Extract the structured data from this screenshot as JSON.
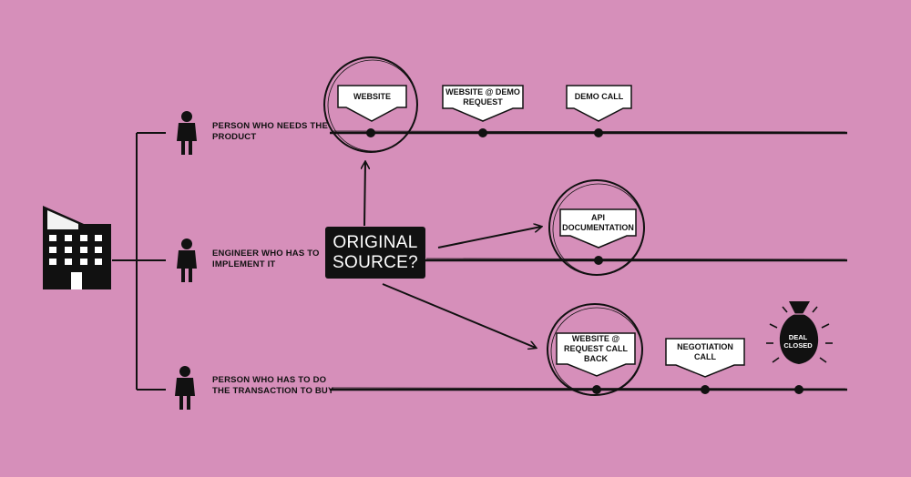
{
  "colors": {
    "background": "#d68fba",
    "ink": "#111111",
    "tag_fill": "#ffffff"
  },
  "people": [
    {
      "label": "PERSON WHO NEEDS\nTHE PRODUCT",
      "icon": "person-icon"
    },
    {
      "label": "ENGINEER WHO HAS\nTO IMPLEMENT IT",
      "icon": "person-icon"
    },
    {
      "label": "PERSON WHO HAS TO DO\nTHE TRANSACTION TO BUY",
      "icon": "person-icon"
    }
  ],
  "company_icon": "office-building-icon",
  "source": {
    "label": "ORIGINAL\nSOURCE?"
  },
  "touchpoints": {
    "website": "WEBSITE",
    "website_demo_request": "WEBSITE @ DEMO\nREQUEST",
    "demo_call": "DEMO CALL",
    "api_documentation": "API\nDOCUMENTATION",
    "website_request_callback": "WEBSITE @\nREQUEST CALL\nBACK",
    "negotiation_call": "NEGOTIATION\nCALL"
  },
  "deal": {
    "label": "DEAL\nCLOSED",
    "icon": "money-bag-icon"
  }
}
